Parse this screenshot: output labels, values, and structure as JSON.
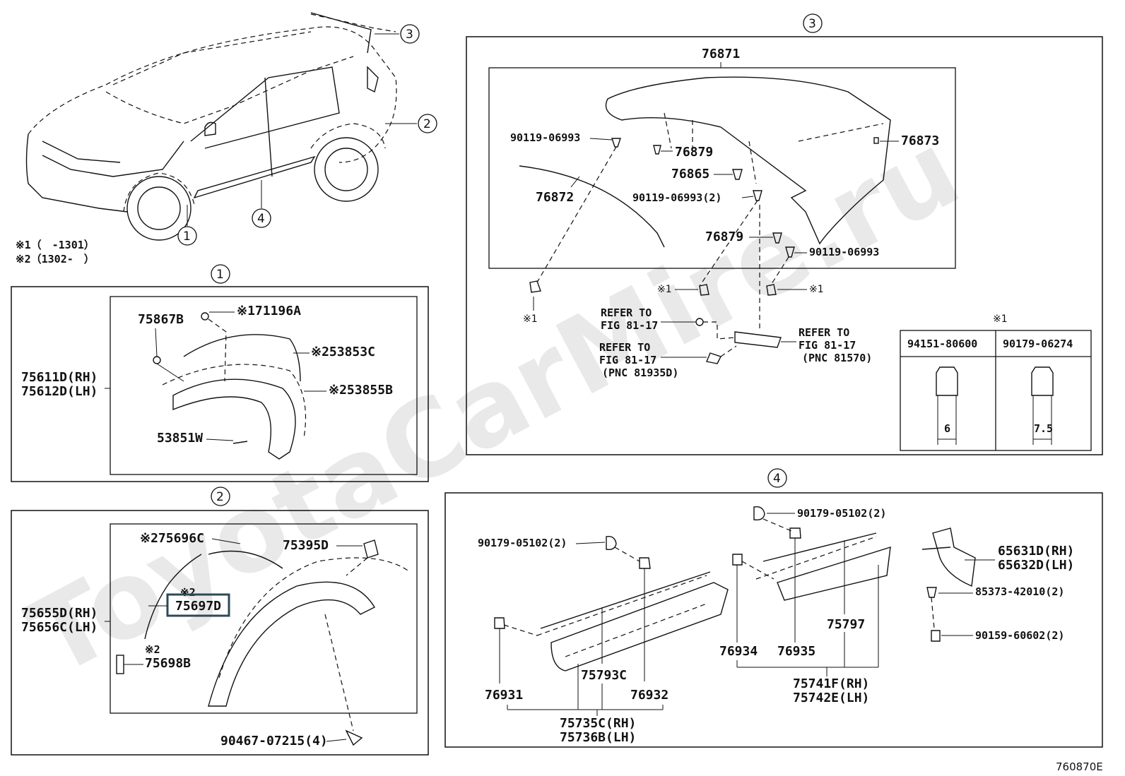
{
  "watermark": "ToyotaCarMire.ru",
  "figure_code": "760870E",
  "notes": {
    "note1": "※1（　-1301）",
    "note2": "※2（1302-　）"
  },
  "callouts": {
    "c1": "1",
    "c2": "2",
    "c3": "3",
    "c4": "4"
  },
  "section1": {
    "title": "1",
    "parts": {
      "p_75867B": "75867B",
      "p_71196A": "※171196A",
      "p_53853C": "※253853C",
      "p_53855B": "※253855B",
      "p_53851W": "53851W",
      "p_75611D": "75611D(RH)",
      "p_75612D": "75612D(LH)"
    }
  },
  "section2": {
    "title": "2",
    "parts": {
      "p_75696C": "※275696C",
      "p_75395D": "75395D",
      "p_mark2": "※2",
      "p_75697D": "75697D",
      "p_75655D": "75655D(RH)",
      "p_75656C": "75656C(LH)",
      "p_mark2b": "※2",
      "p_75698B": "75698B",
      "p_90467": "90467-07215(4)"
    }
  },
  "section3": {
    "title": "3",
    "parts": {
      "p_76871": "76871",
      "p_90119a": "90119-06993",
      "p_76879a": "76879",
      "p_76873": "76873",
      "p_76865": "76865",
      "p_76872": "76872",
      "p_90119b": "90119-06993(2)",
      "p_76879b": "76879",
      "p_90119c": "90119-06993",
      "p_mk1a": "※1",
      "p_mk1b": "※1",
      "p_mk1c": "※1",
      "p_ref1a": "REFER TO",
      "p_ref1b": "FIG 81-17",
      "p_ref2a": "REFER TO",
      "p_ref2b": "FIG 81-17",
      "p_ref2c": "(PNC 81935D)",
      "p_ref3a": "REFER TO",
      "p_ref3b": "FIG 81-17",
      "p_ref3c": "(PNC 81570)"
    },
    "table": {
      "mark": "※1",
      "col1": "94151-80600",
      "col2": "90179-06274",
      "dim1": "6",
      "dim2": "7.5"
    }
  },
  "section4": {
    "title": "4",
    "parts": {
      "p_90179a": "90179-05102(2)",
      "p_90179b": "90179-05102(2)",
      "p_65631D": "65631D(RH)",
      "p_65632D": "65632D(LH)",
      "p_85373": "85373-42010(2)",
      "p_90159": "90159-60602(2)",
      "p_75797": "75797",
      "p_76934": "76934",
      "p_76935": "76935",
      "p_75741F": "75741F(RH)",
      "p_75742E": "75742E(LH)",
      "p_76931": "76931",
      "p_75793C": "75793C",
      "p_76932": "76932",
      "p_75735C": "75735C(RH)",
      "p_75736B": "75736B(LH)"
    }
  }
}
